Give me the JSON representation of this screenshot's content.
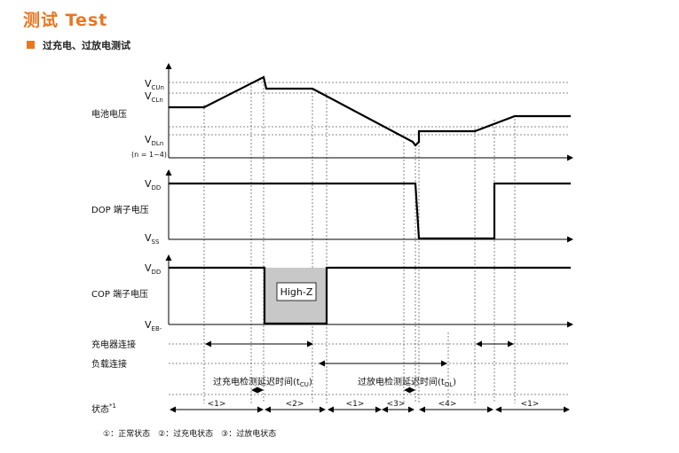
{
  "header": {
    "title": "测试 Test",
    "section_title": "过充电、过放电测试"
  },
  "colors": {
    "accent": "#e87722",
    "highz_fill": "#c8c8c8",
    "line": "#000000"
  },
  "panels": {
    "battery": {
      "label": "电池电压",
      "sublabel": "(n = 1~4)",
      "levels": [
        {
          "main": "V",
          "sub": "CUn"
        },
        {
          "main": "V",
          "sub": "CLn"
        },
        {
          "main": "V",
          "sub": "DLn"
        }
      ]
    },
    "dop": {
      "label": "DOP 端子电压",
      "levels": [
        {
          "main": "V",
          "sub": "DD"
        },
        {
          "main": "V",
          "sub": "SS"
        }
      ]
    },
    "cop": {
      "label": "COP 端子电压",
      "highz": "High-Z",
      "levels": [
        {
          "main": "V",
          "sub": "DD"
        },
        {
          "main": "V",
          "sub": "EB-"
        }
      ]
    }
  },
  "rows": {
    "charger": "充电器连接",
    "load": "负载连接",
    "delay_cu": {
      "main": "过充电检测延迟时间(t",
      "sub": "CU",
      "end": ")"
    },
    "delay_dl": {
      "main": "过放电检测延迟时间(t",
      "sub": "DL",
      "end": ")"
    },
    "state": {
      "main": "状态",
      "sup": "*1"
    },
    "states": [
      "<1>",
      "<2>",
      "<1>",
      "<3>",
      "<4>",
      "<1>"
    ]
  },
  "footnote": "①：正常状态　②：过充电状态　③：过放电状态"
}
